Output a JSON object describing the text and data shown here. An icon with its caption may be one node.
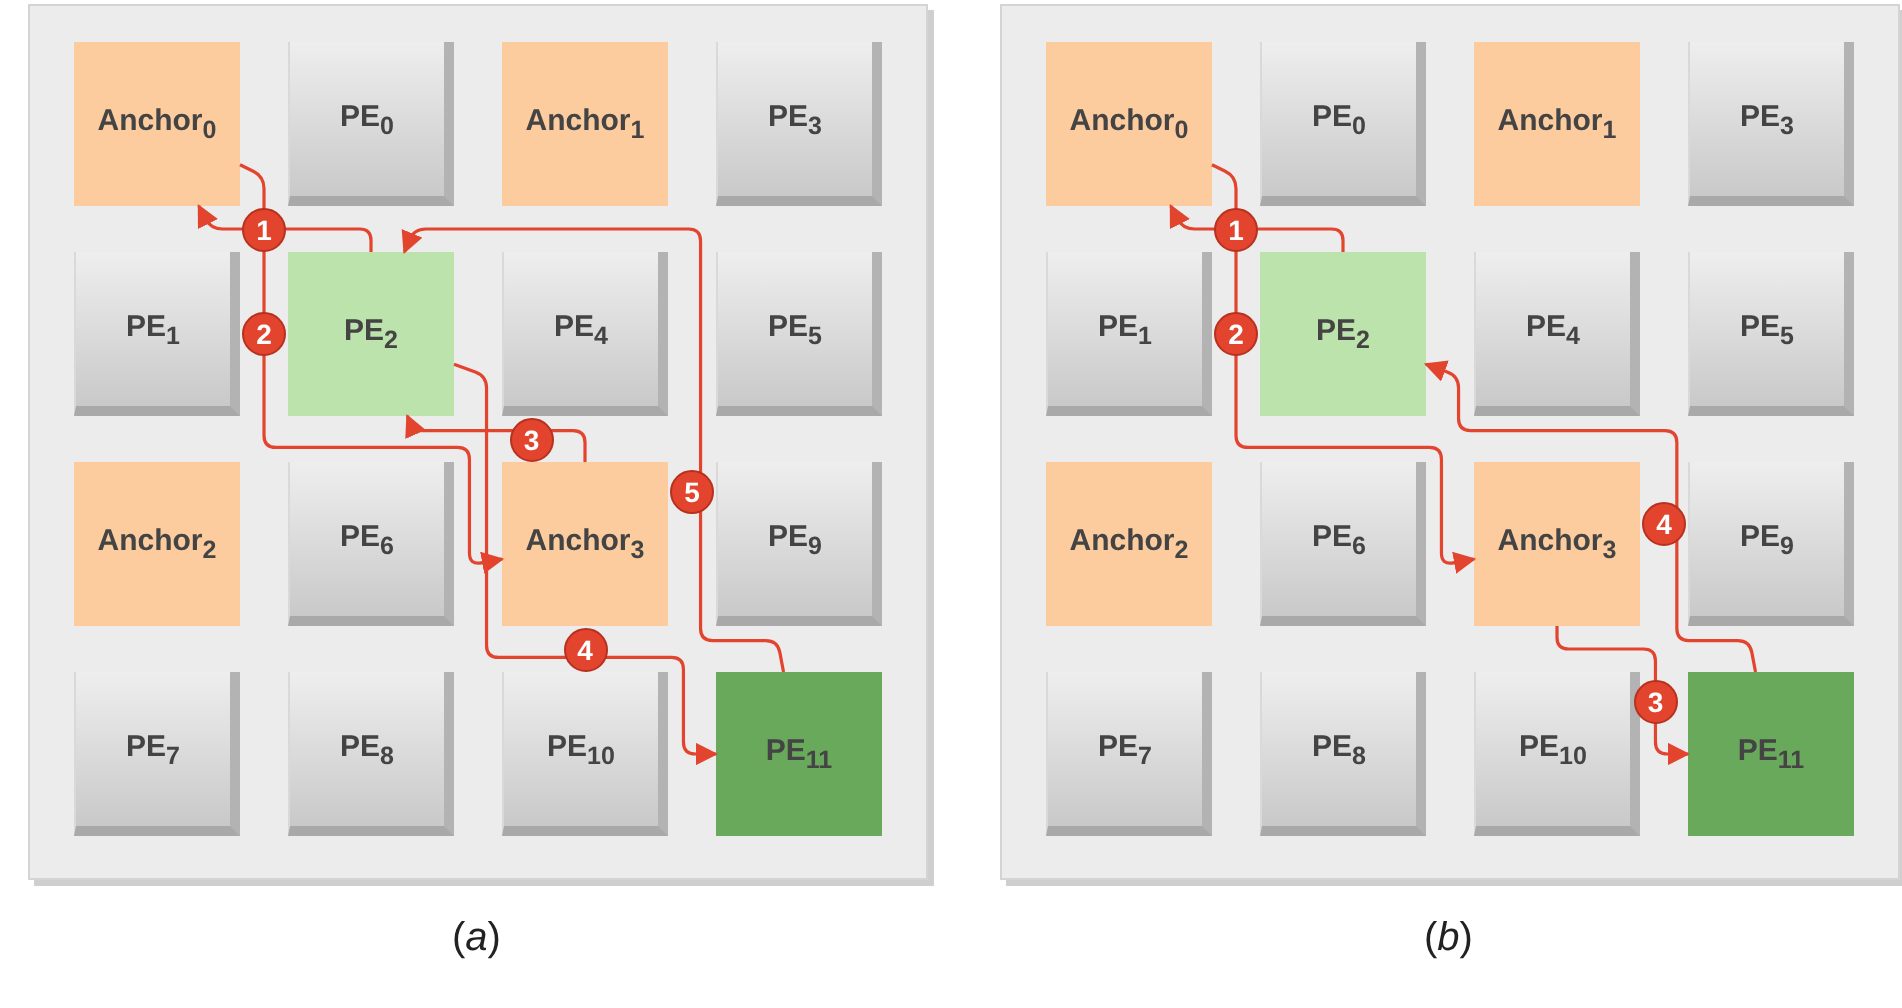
{
  "diagram": {
    "nodes": [
      {
        "text": [],
        "shape": "box"
      },
      {
        "text": [
          "Anchor$_{0}$"
        ],
        "in": 0
      },
      {
        "text": [
          "PE$_{0}$"
        ],
        "in": 0
      },
      {
        "text": [
          "Anchor$_{1}$"
        ],
        "in": 0
      },
      {
        "text": [
          "PE$_{3}$"
        ],
        "in": 0
      },
      {
        "text": [
          "PE$_{1}$"
        ],
        "in": 0
      },
      {
        "text": [
          "PE$_{2}$"
        ],
        "in": 0
      },
      {
        "text": [
          "PE$_{4}$"
        ],
        "in": 0
      },
      {
        "text": [
          "PE$_{5}$"
        ],
        "in": 0
      },
      {
        "text": [
          "Anchor$_{2}$"
        ],
        "in": 0
      },
      {
        "text": [
          "PE$_{6}$"
        ],
        "in": 0
      },
      {
        "text": [
          "Anchor$_{3}$"
        ],
        "in": 0
      },
      {
        "text": [
          "PE$_{9}$"
        ],
        "in": 0
      },
      {
        "text": [
          "PE$_{7}$"
        ],
        "in": 0
      },
      {
        "text": [
          "PE$_{8}$"
        ],
        "in": 0
      },
      {
        "text": [
          "PE$_{10}$"
        ],
        "in": 0
      },
      {
        "text": [
          "PE$_{11}$"
        ],
        "in": 0
      },
      {
        "text": [],
        "shape": "box"
      },
      {
        "text": [
          "Anchor$_{0}$"
        ],
        "in": 17
      },
      {
        "text": [
          "PE$_{0}$"
        ],
        "in": 17
      },
      {
        "text": [
          "Anchor$_{1}$"
        ],
        "in": 17
      },
      {
        "text": [
          "PE$_{3}$"
        ],
        "in": 17
      },
      {
        "text": [
          "PE$_{1}$"
        ],
        "in": 17
      },
      {
        "text": [
          "PE$_{2}$"
        ],
        "in": 17
      },
      {
        "text": [
          "PE$_{4}$"
        ],
        "in": 17
      },
      {
        "text": [
          "PE$_{5}$"
        ],
        "in": 17
      },
      {
        "text": [
          "Anchor$_{2}$"
        ],
        "in": 17
      },
      {
        "text": [
          "PE$_{6}$"
        ],
        "in": 17
      },
      {
        "text": [
          "Anchor$_{3}$"
        ],
        "in": 17
      },
      {
        "text": [
          "PE$_{9}$"
        ],
        "in": 17
      },
      {
        "text": [
          "PE$_{7}$"
        ],
        "in": 17
      },
      {
        "text": [
          "PE$_{8}$"
        ],
        "in": 17
      },
      {
        "text": [
          "PE$_{10}$"
        ],
        "in": 17
      },
      {
        "text": [
          "PE$_{11}$"
        ],
        "in": 17
      }
    ],
    "edges": [
      {
        "from": 6,
        "to": 1,
        "arrow": "to",
        "label": "1"
      },
      {
        "from": 1,
        "to": 11,
        "arrow": "to",
        "label": "2"
      },
      {
        "from": 11,
        "to": 6,
        "arrow": "to",
        "label": "3"
      },
      {
        "from": 6,
        "to": 16,
        "arrow": "to",
        "label": "4"
      },
      {
        "from": 16,
        "to": 6,
        "arrow": "to",
        "label": "5"
      },
      {
        "from": 23,
        "to": 18,
        "arrow": "to",
        "label": "1"
      },
      {
        "from": 18,
        "to": 28,
        "arrow": "to",
        "label": "2"
      },
      {
        "from": 28,
        "to": 33,
        "arrow": "to",
        "label": "3"
      },
      {
        "from": 33,
        "to": 23,
        "arrow": "to",
        "label": "4"
      }
    ],
    "labels": [
      "(*a*)",
      "(*b*)"
    ]
  }
}
